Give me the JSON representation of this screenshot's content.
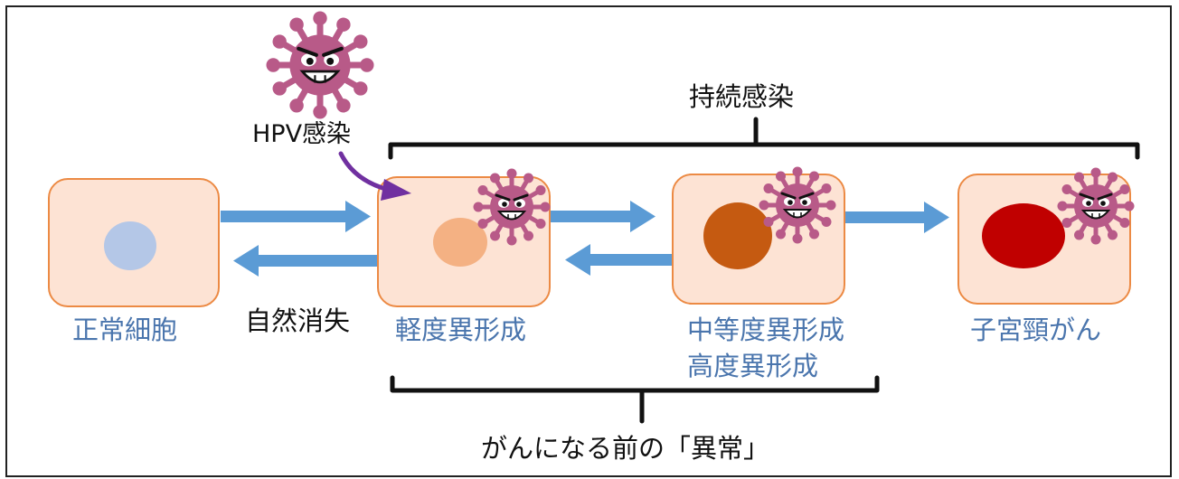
{
  "labels": {
    "normal_cell": "正常細胞",
    "mild": "軽度異形成",
    "moderate": "中等度異形成",
    "severe": "高度異形成",
    "cancer": "子宮頸がん",
    "regression": "自然消失",
    "hpv_infection": "HPV感染",
    "persistent_infection": "持続感染",
    "precancer": "がんになる前の「異常」"
  },
  "icons": {
    "virus": "virus-icon",
    "arrow": "arrow-icon",
    "bracket": "bracket-icon"
  },
  "colors": {
    "cell_fill": "#fde3d4",
    "cell_border": "#ec8a44",
    "arrow_blue": "#5b9bd5",
    "arrow_purple": "#7030a0",
    "virus": "#b85a88",
    "label_blue": "#4a75ad",
    "nucleus_normal": "#b4c7e7",
    "nucleus_mild": "#f4b183",
    "nucleus_moderate": "#c55a11",
    "nucleus_cancer": "#c00000"
  }
}
